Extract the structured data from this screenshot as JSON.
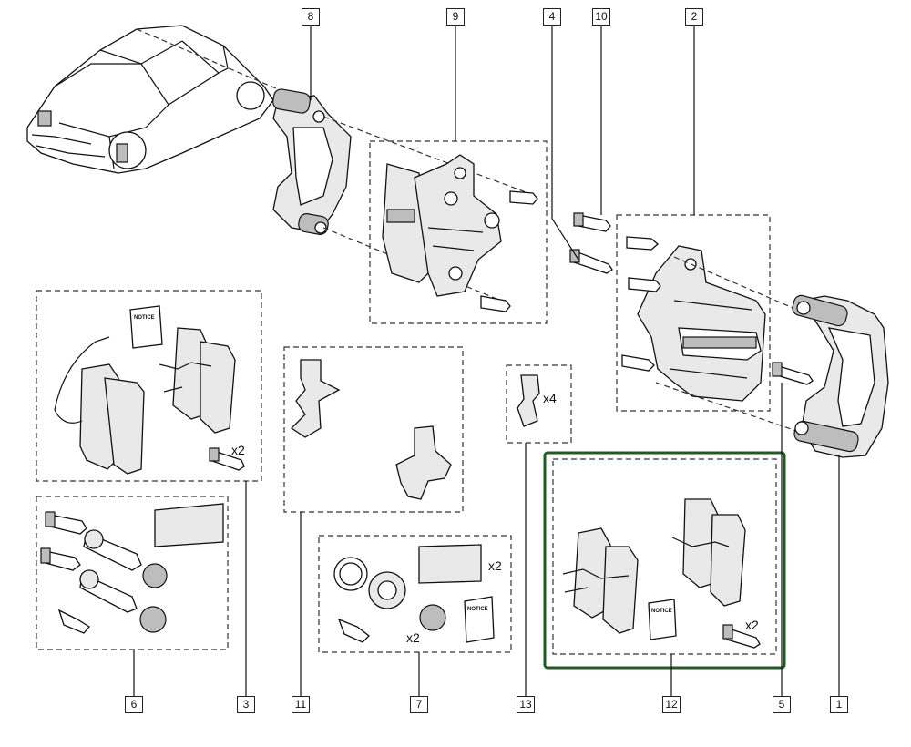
{
  "callouts": {
    "n8": "8",
    "n9": "9",
    "n4": "4",
    "n10": "10",
    "n2": "2",
    "n6": "6",
    "n3": "3",
    "n11": "11",
    "n7": "7",
    "n13": "13",
    "n12": "12",
    "n5": "5",
    "n1": "1"
  },
  "quantities": {
    "kit3_bolts": "x2",
    "kit13_clips": "x4",
    "kit7_pouch": "x2",
    "kit7_boot": "x2",
    "kit12_bolts": "x2"
  },
  "notice_labels": {
    "kit3": "NOTICE",
    "kit7": "NOTICE",
    "kit12": "NOTICE"
  },
  "highlight": {
    "selected_kit": "12",
    "color": "#1f5c1f"
  },
  "colors": {
    "line": "#111111",
    "dashed_border": "#333333"
  }
}
